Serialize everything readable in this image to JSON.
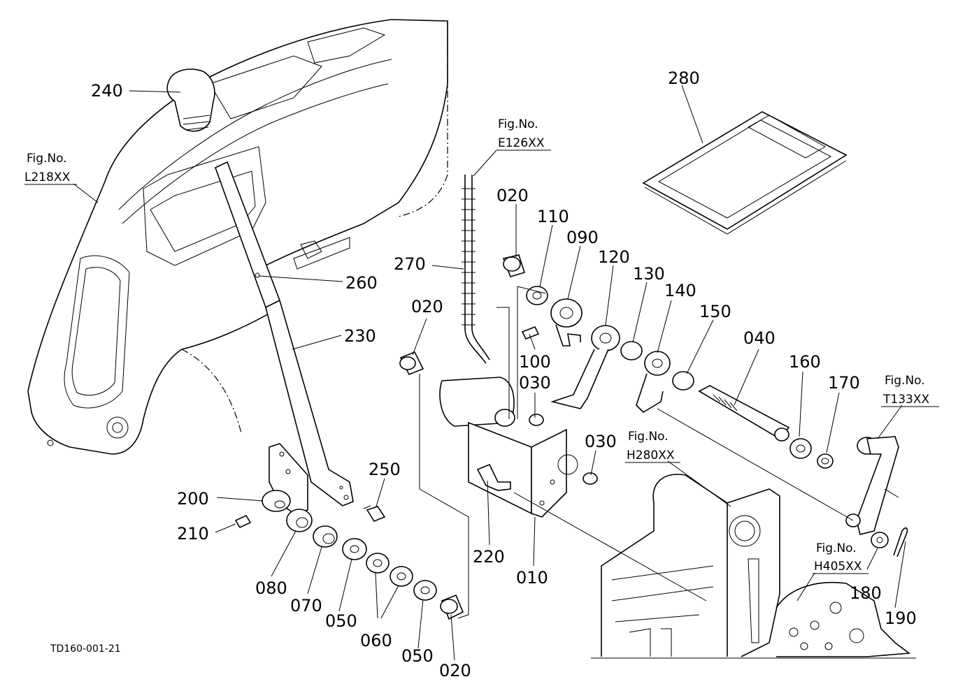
{
  "drawing_id": "TD160-001-21",
  "fig_refs": [
    {
      "id": "l218",
      "line1": "Fig.No.",
      "line2": "L218XX"
    },
    {
      "id": "e126",
      "line1": "Fig.No.",
      "line2": "E126XX"
    },
    {
      "id": "h280",
      "line1": "Fig.No.",
      "line2": "H280XX"
    },
    {
      "id": "t133",
      "line1": "Fig.No.",
      "line2": "T133XX"
    },
    {
      "id": "h405",
      "line1": "Fig.No.",
      "line2": "H405XX"
    }
  ],
  "parts": [
    {
      "id": "p240",
      "label": "240"
    },
    {
      "id": "p280",
      "label": "280"
    },
    {
      "id": "p270",
      "label": "270"
    },
    {
      "id": "p020a",
      "label": "020"
    },
    {
      "id": "p110",
      "label": "110"
    },
    {
      "id": "p090",
      "label": "090"
    },
    {
      "id": "p120",
      "label": "120"
    },
    {
      "id": "p130",
      "label": "130"
    },
    {
      "id": "p140",
      "label": "140"
    },
    {
      "id": "p150",
      "label": "150"
    },
    {
      "id": "p040",
      "label": "040"
    },
    {
      "id": "p160",
      "label": "160"
    },
    {
      "id": "p170",
      "label": "170"
    },
    {
      "id": "p260",
      "label": "260"
    },
    {
      "id": "p230",
      "label": "230"
    },
    {
      "id": "p020b",
      "label": "020"
    },
    {
      "id": "p100",
      "label": "100"
    },
    {
      "id": "p030a",
      "label": "030"
    },
    {
      "id": "p030b",
      "label": "030"
    },
    {
      "id": "p250",
      "label": "250"
    },
    {
      "id": "p200",
      "label": "200"
    },
    {
      "id": "p210",
      "label": "210"
    },
    {
      "id": "p080",
      "label": "080"
    },
    {
      "id": "p070",
      "label": "070"
    },
    {
      "id": "p050a",
      "label": "050"
    },
    {
      "id": "p060",
      "label": "060"
    },
    {
      "id": "p050b",
      "label": "050"
    },
    {
      "id": "p020c",
      "label": "020"
    },
    {
      "id": "p220",
      "label": "220"
    },
    {
      "id": "p010",
      "label": "010"
    },
    {
      "id": "p180",
      "label": "180"
    },
    {
      "id": "p190",
      "label": "190"
    }
  ]
}
